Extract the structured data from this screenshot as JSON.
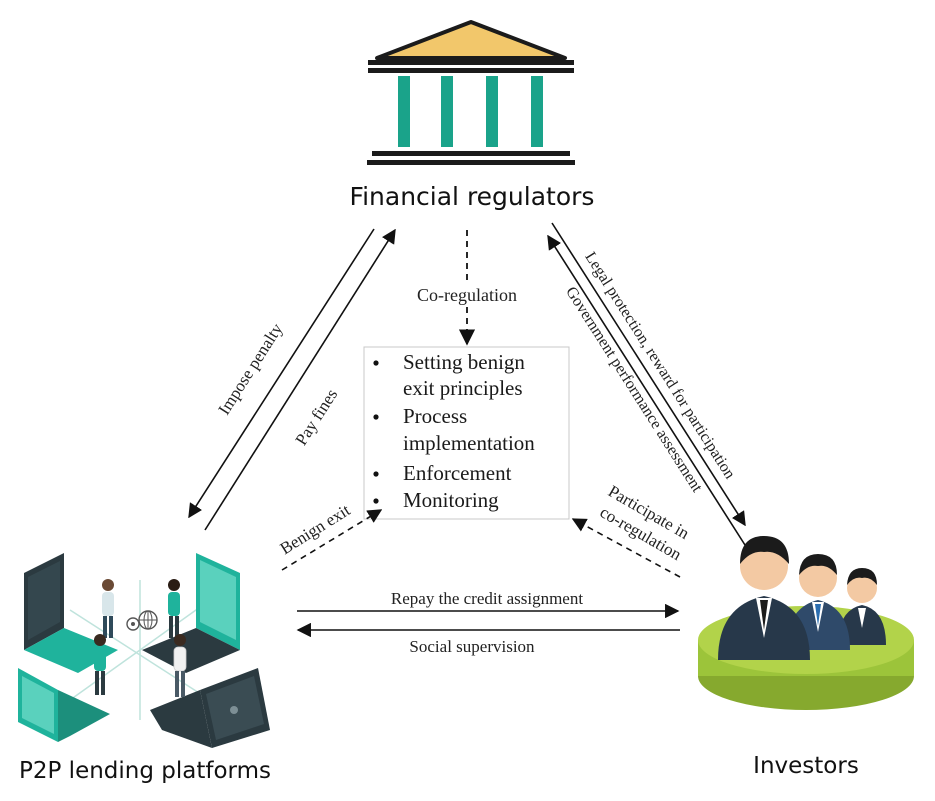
{
  "nodes": {
    "regulators": "Financial regulators",
    "platforms": "P2P lending platforms",
    "investors": "Investors"
  },
  "center": {
    "coregulation_label": "Co-regulation",
    "items": [
      [
        "Setting benign",
        "exit principles"
      ],
      [
        "Process",
        "implementation"
      ],
      [
        "Enforcement"
      ],
      [
        "Monitoring"
      ]
    ]
  },
  "edges": {
    "impose_penalty": "Impose penalty",
    "pay_fines": "Pay fines",
    "legal_protection": "Legal protection, reward for participation",
    "gov_assessment": "Government performance assessment",
    "benign_exit": "Benign exit",
    "participate_line1": "Participate in",
    "participate_line2": "co-regulation",
    "repay": "Repay the credit assignment",
    "social": "Social supervision"
  },
  "colors": {
    "roof": "#f2c76b",
    "column": "#1aa38a",
    "teal": "#1fb39c",
    "dark_screen": "#2b3a40",
    "investor_base": "#9cc43a",
    "suit": "#27384a",
    "hair": "#1b1b1b",
    "skin": "#f3c9a3"
  }
}
